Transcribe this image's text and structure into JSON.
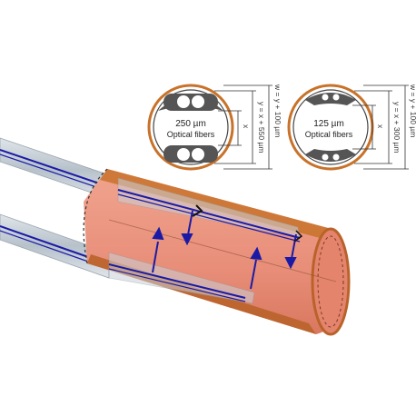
{
  "cross_sections": [
    {
      "fiber_label_line1": "250 µm",
      "fiber_label_line2": "Optical fibers",
      "outer_dimension": "w = y + 100 µm",
      "inner_dimension": "y = x + 550 µm",
      "gap_dimension": "x"
    },
    {
      "fiber_label_line1": "125 µm",
      "fiber_label_line2": "Optical fibers",
      "outer_dimension": "w = y + 100 µm",
      "inner_dimension": "y = x + 300 µm",
      "gap_dimension": "x"
    }
  ],
  "colors": {
    "tube_copper": "#c8722a",
    "tube_interior": "#e8937e",
    "fiber_core": "#1a1aa6",
    "fiber_cladding": "#c9d1d8",
    "cross_section_fill": "#555555"
  }
}
